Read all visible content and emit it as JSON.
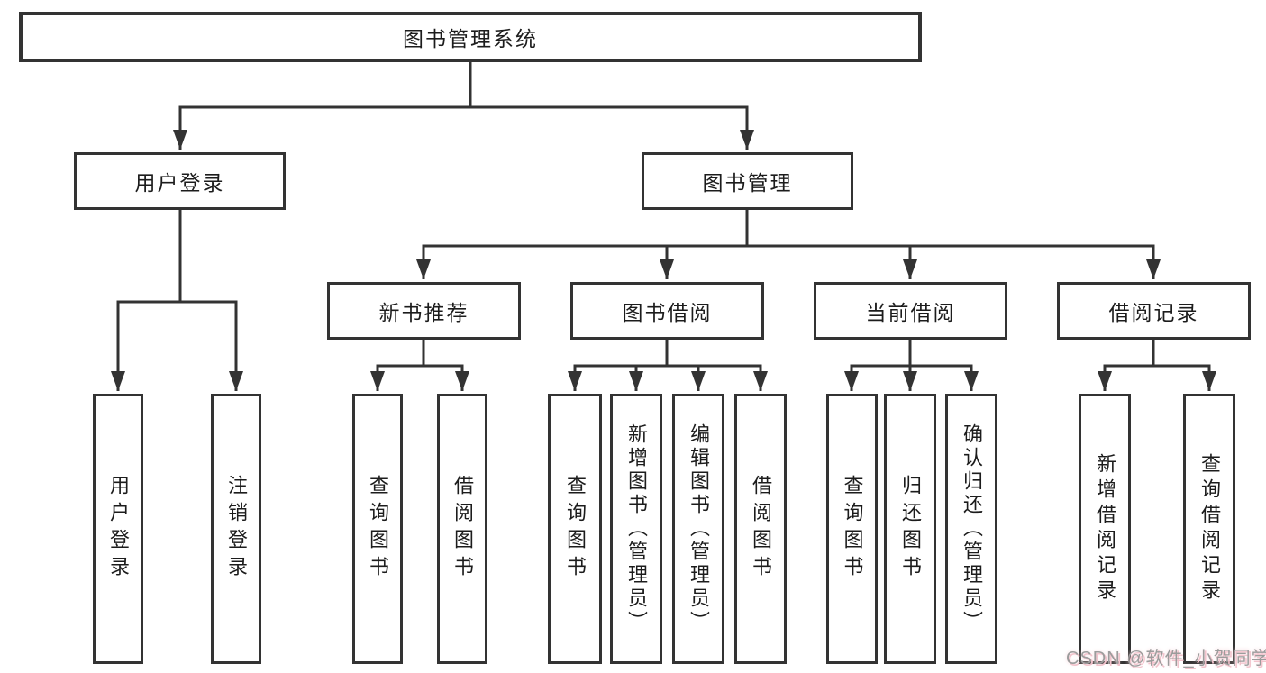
{
  "diagram": {
    "root": {
      "label": "图书管理系统"
    },
    "children": [
      {
        "label": "用户登录",
        "children": [
          {
            "label": "用户登录"
          },
          {
            "label": "注销登录"
          }
        ]
      },
      {
        "label": "图书管理",
        "children": [
          {
            "label": "新书推荐",
            "children": [
              {
                "label": "查询图书"
              },
              {
                "label": "借阅图书"
              }
            ]
          },
          {
            "label": "图书借阅",
            "children": [
              {
                "label": "查询图书"
              },
              {
                "label": "新增图书（管理员）"
              },
              {
                "label": "编辑图书（管理员）"
              },
              {
                "label": "借阅图书"
              }
            ]
          },
          {
            "label": "当前借阅",
            "children": [
              {
                "label": "查询图书"
              },
              {
                "label": "归还图书"
              },
              {
                "label": "确认归还（管理员）"
              }
            ]
          },
          {
            "label": "借阅记录",
            "children": [
              {
                "label": "新增借阅记录"
              },
              {
                "label": "查询借阅记录"
              }
            ]
          }
        ]
      }
    ]
  },
  "watermark": {
    "text": "CSDN @软件_小贺同学"
  },
  "colors": {
    "line": "#333333",
    "text": "#1c1c1c",
    "watermark_gray": "#9c9c9c",
    "watermark_pink": "#f2c3cc"
  }
}
